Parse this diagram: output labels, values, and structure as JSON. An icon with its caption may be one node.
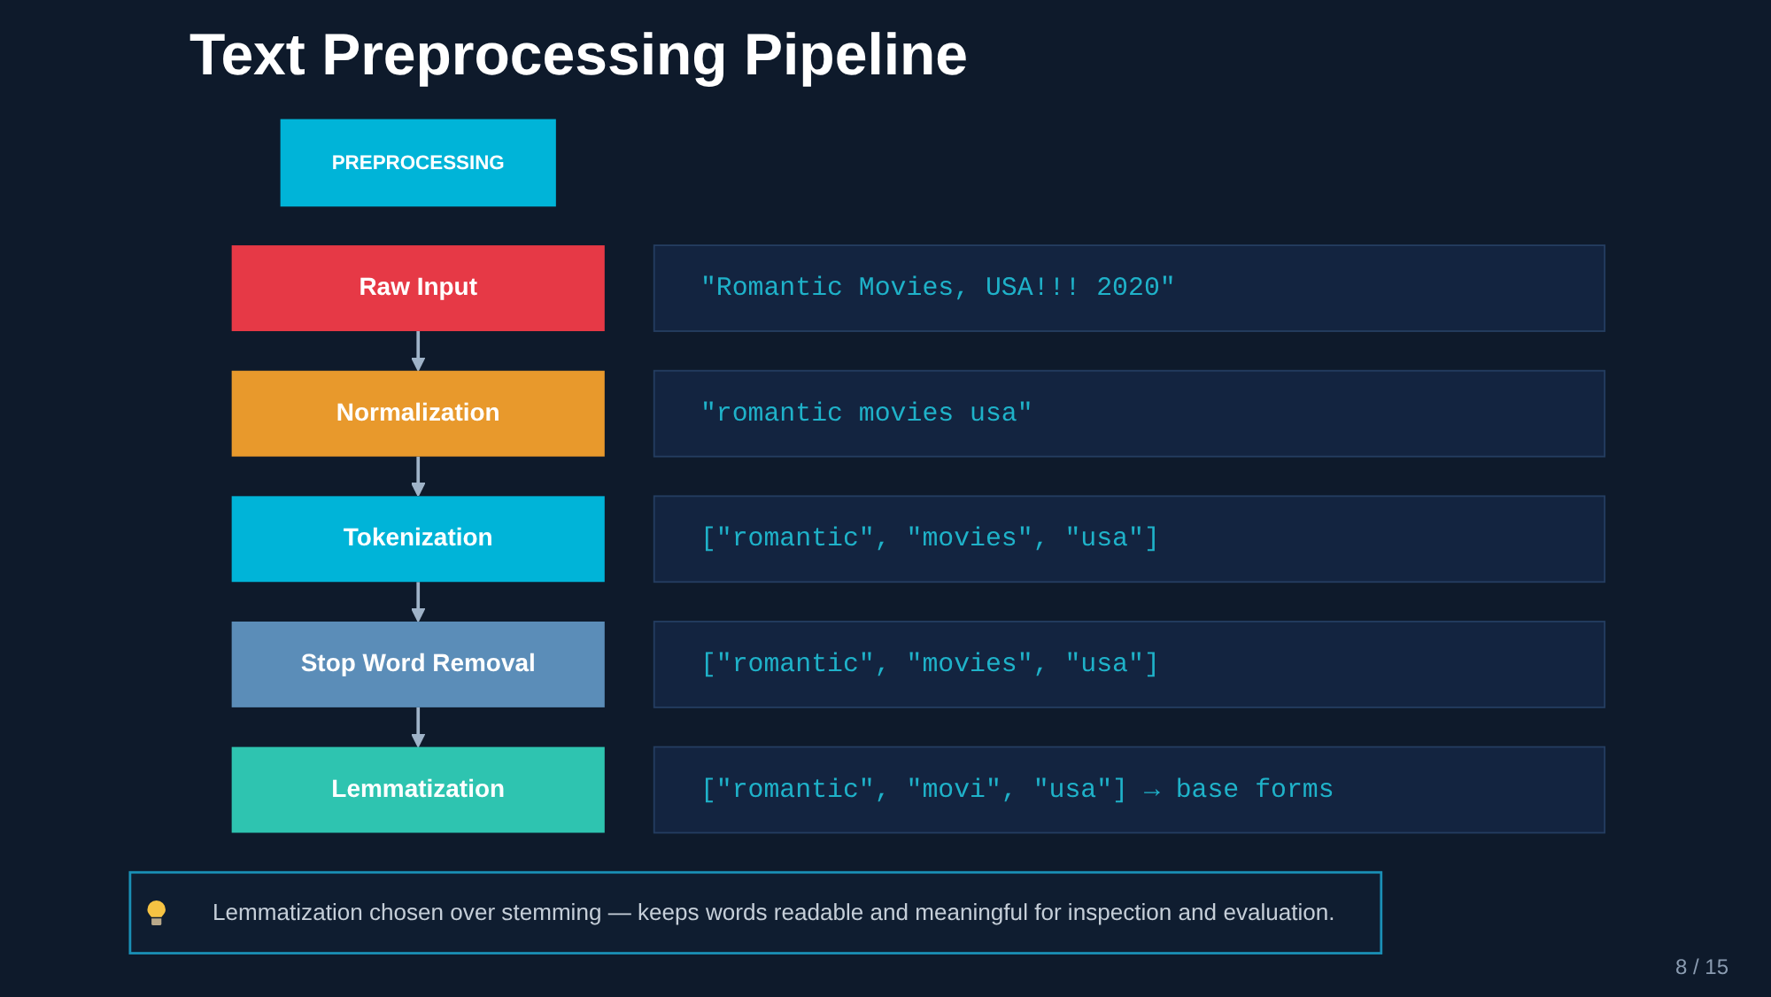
{
  "diagram": {
    "title": "Text Preprocessing Pipeline",
    "nodes": [
      {
        "text": [
          "PREPROCESSING"
        ]
      },
      {
        "text": [
          "Raw Input"
        ]
      },
      {
        "text": [
          "\"Romantic Movies, USA!!! 2020\""
        ]
      },
      {
        "text": [
          "Normalization"
        ]
      },
      {
        "text": [
          "\"romantic movies usa\""
        ]
      },
      {
        "text": [
          "Tokenization"
        ]
      },
      {
        "text": [
          "[\"romantic\", \"movies\", \"usa\"]"
        ]
      },
      {
        "text": [
          "Stop Word Removal"
        ]
      },
      {
        "text": [
          "[\"romantic\", \"movies\", \"usa\"]"
        ]
      },
      {
        "text": [
          "Lemmatization"
        ]
      },
      {
        "text": [
          "[\"romantic\", \"movi\", \"usa\"] → base forms"
        ]
      },
      {
        "text": [
          "Lemmatization chosen over stemming — keeps words readable and meaningful for inspection and evaluation."
        ]
      }
    ],
    "edges": [
      {
        "from": 1,
        "to": 3,
        "arrow": "to"
      },
      {
        "from": 3,
        "to": 5,
        "arrow": "to"
      },
      {
        "from": 5,
        "to": 7,
        "arrow": "to"
      },
      {
        "from": 7,
        "to": 9,
        "arrow": "to"
      }
    ],
    "labels": [
      "8 / 15"
    ]
  }
}
